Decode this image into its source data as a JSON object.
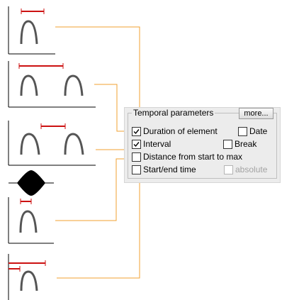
{
  "panel": {
    "title": "Temporal parameters",
    "more_button": "more...",
    "options": [
      {
        "label": "Duration of element",
        "checked": true,
        "enabled": true
      },
      {
        "label": "Date",
        "checked": false,
        "enabled": true
      },
      {
        "label": "Interval",
        "checked": true,
        "enabled": true
      },
      {
        "label": "Break",
        "checked": false,
        "enabled": true
      },
      {
        "label": "Distance from start to max",
        "checked": false,
        "enabled": true
      },
      {
        "label": "Start/end time",
        "checked": false,
        "enabled": true
      },
      {
        "label": "absolute",
        "checked": false,
        "enabled": false
      }
    ]
  },
  "colors": {
    "measurement": "#cc1111",
    "connector": "#f0a030",
    "axis": "#000000",
    "element": "#555555"
  }
}
